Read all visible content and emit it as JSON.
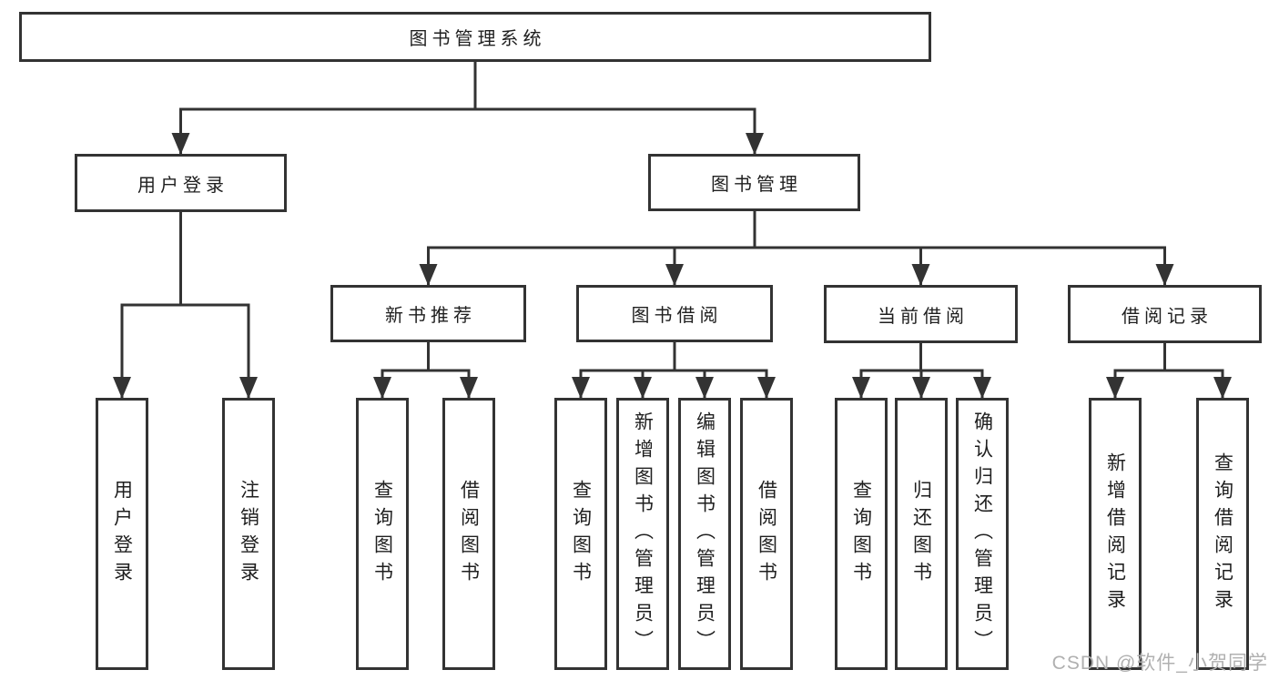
{
  "diagram_title": "图书管理系统",
  "colors": {
    "line": "#333333",
    "box_border": "#333333",
    "text": "#1f1f1f",
    "background": "#ffffff",
    "watermark": "#b0b0b0"
  },
  "root": {
    "label": "图书管理系统"
  },
  "level2": [
    {
      "id": "user-login",
      "label": "用户登录"
    },
    {
      "id": "book-management",
      "label": "图书管理"
    }
  ],
  "level3": [
    {
      "id": "new-book-recommendation",
      "parent": "图书管理",
      "label": "新书推荐"
    },
    {
      "id": "book-borrowing",
      "parent": "图书管理",
      "label": "图书借阅"
    },
    {
      "id": "current-borrowing",
      "parent": "图书管理",
      "label": "当前借阅"
    },
    {
      "id": "borrowing-records",
      "parent": "图书管理",
      "label": "借阅记录"
    }
  ],
  "leaves": [
    {
      "parent": "用户登录",
      "label": "用户登录"
    },
    {
      "parent": "用户登录",
      "label": "注销登录"
    },
    {
      "parent": "新书推荐",
      "label": "查询图书"
    },
    {
      "parent": "新书推荐",
      "label": "借阅图书"
    },
    {
      "parent": "图书借阅",
      "label": "查询图书"
    },
    {
      "parent": "图书借阅",
      "label": "新增图书（管理员）"
    },
    {
      "parent": "图书借阅",
      "label": "编辑图书（管理员）"
    },
    {
      "parent": "图书借阅",
      "label": "借阅图书"
    },
    {
      "parent": "当前借阅",
      "label": "查询图书"
    },
    {
      "parent": "当前借阅",
      "label": "归还图书"
    },
    {
      "parent": "当前借阅",
      "label": "确认归还（管理员）"
    },
    {
      "parent": "借阅记录",
      "label": "新增借阅记录"
    },
    {
      "parent": "借阅记录",
      "label": "查询借阅记录"
    }
  ],
  "watermark": "CSDN @软件_小贺同学"
}
